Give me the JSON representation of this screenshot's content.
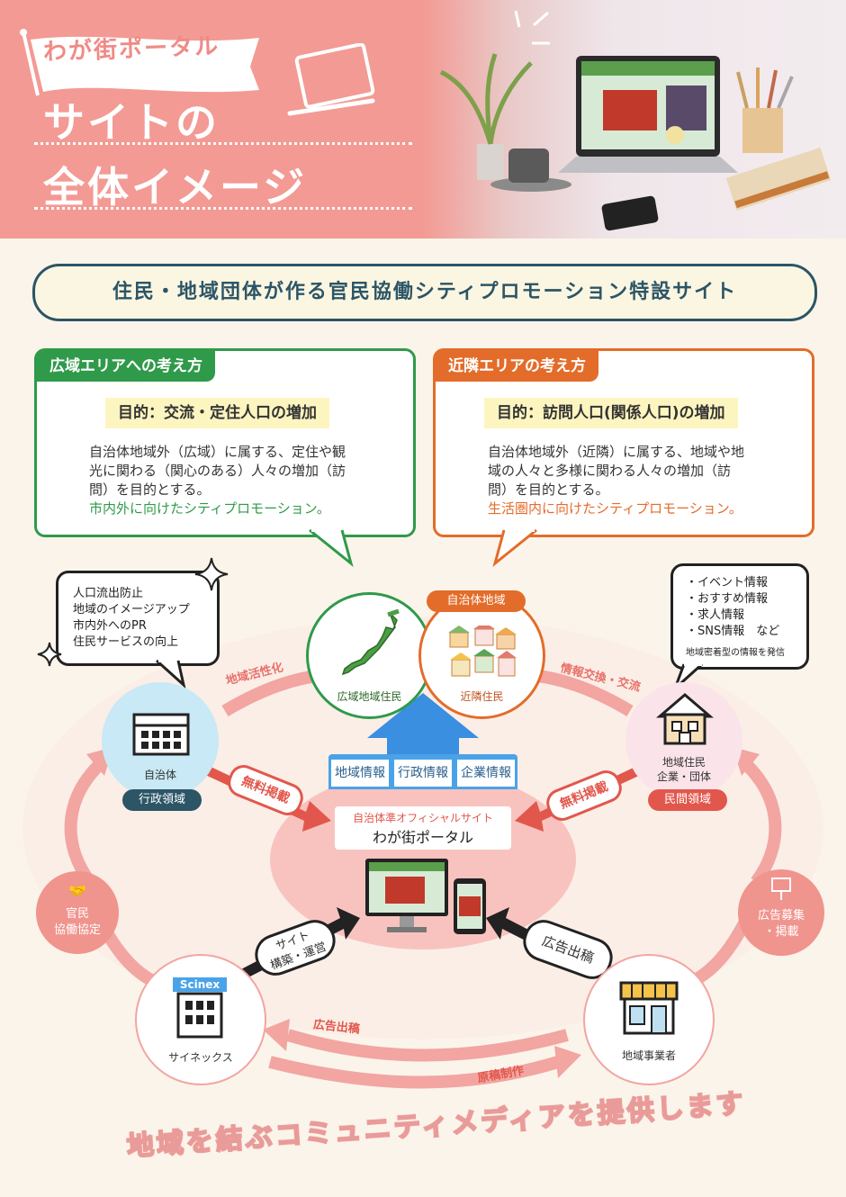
{
  "header": {
    "brand": "わが街ポータル",
    "title_line1": "サイトの",
    "title_line2": "全体イメージ"
  },
  "banner": {
    "text": "住民・地域団体が作る官民協働シティプロモーション特設サイト"
  },
  "wide_area": {
    "heading": "広域エリアへの考え方",
    "purpose": "目的：交流・定住人口の増加",
    "desc_line1": "自治体地域外（広域）に属する、定住や観",
    "desc_line2": "光に関わる（関心のある）人々の増加（訪",
    "desc_line3": "問）を目的とする。",
    "highlight": "市内外に向けたシティプロモーション。",
    "color": "#2f9a4a"
  },
  "near_area": {
    "heading": "近隣エリアの考え方",
    "purpose": "目的：訪問人口(関係人口)の増加",
    "desc_line1": "自治体地域外（近隣）に属する、地域や地",
    "desc_line2": "域の人々と多様に関わる人々の増加（訪",
    "desc_line3": "問）を目的とする。",
    "highlight": "生活圏内に向けたシティプロモーション。",
    "color": "#e36c2a"
  },
  "left_bubble": {
    "items": [
      "人口流出防止",
      "地域のイメージアップ",
      "市内外へのPR",
      "住民サービスの向上"
    ]
  },
  "right_bubble": {
    "items": [
      "・イベント情報",
      "・おすすめ情報",
      "・求人情報",
      "・SNS情報　など"
    ],
    "note": "地域密着型の情報を発信"
  },
  "center": {
    "wide_resident": "広域地域住民",
    "near_resident": "近隣住民",
    "local_region": "自治体地域",
    "info_tags": [
      "地域情報",
      "行政情報",
      "企業情報"
    ],
    "site_label": "自治体準オフィシャルサイト",
    "site_name": "わが街ポータル"
  },
  "nodes": {
    "municipality": {
      "name": "自治体",
      "domain": "行政領域"
    },
    "residents": {
      "name_line1": "地域住民",
      "name_line2": "企業・団体",
      "domain": "民間領域"
    },
    "scinex": {
      "name": "サイネックス",
      "logo": "Scinex"
    },
    "business": {
      "name": "地域事業者"
    },
    "partnership": {
      "line1": "官民",
      "line2": "協働協定"
    },
    "ads": {
      "line1": "広告募集",
      "line2": "・掲載"
    }
  },
  "arrows": {
    "vitalization": "地域活性化",
    "info_exchange": "情報交換・交流",
    "free_post_left": "無料掲載",
    "free_post_right": "無料掲載",
    "site_build_line1": "サイト",
    "site_build_line2": "構築・運営",
    "ad_submit": "広告出稿",
    "ad_placement": "広告出稿",
    "manuscript": "原稿制作"
  },
  "footer": {
    "text": "地域を結ぶコミュニティメディアを提供します"
  },
  "colors": {
    "pink": "#f39a94",
    "green": "#2f9a4a",
    "orange": "#e36c2a",
    "navy": "#2c5566",
    "blue": "#4aa3e8",
    "red": "#e2574c"
  }
}
